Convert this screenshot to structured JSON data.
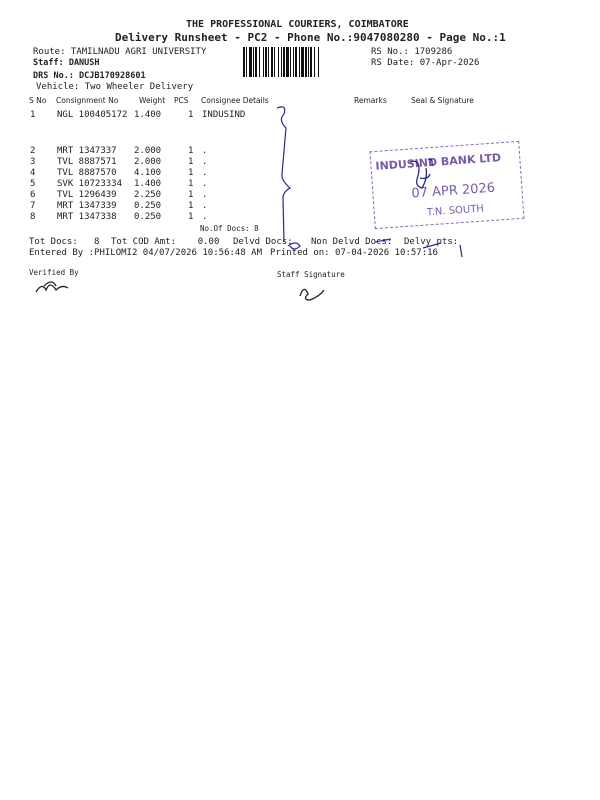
{
  "header": {
    "company": "THE PROFESSIONAL COURIERS, COIMBATORE",
    "subtitle": "Delivery Runsheet - PC2 - Phone No.:9047080280 - Page No.:1",
    "route": "Route: TAMILNADU AGRI UNIVERSITY",
    "staff": "Staff: DANUSH",
    "drs": "DRS No.: DCJB170928601",
    "vehicle": "Vehicle: Two Wheeler Delivery",
    "rs_no": "RS No.: 1709286",
    "rs_date": "RS Date: 07-Apr-2026"
  },
  "columns": [
    "S No",
    "Consignment No",
    "Weight",
    "PCS",
    "Consignee Details",
    "Remarks",
    "Seal & Signature"
  ],
  "rows": [
    {
      "sno": "1",
      "cn": "NGL 100405172",
      "wt": "1.400",
      "pcs": "1",
      "details": "INDUSIND"
    },
    {
      "sno": "2",
      "cn": "MRT 1347337",
      "wt": "2.000",
      "pcs": "1",
      "details": "."
    },
    {
      "sno": "3",
      "cn": "TVL 8887571",
      "wt": "2.000",
      "pcs": "1",
      "details": "."
    },
    {
      "sno": "4",
      "cn": "TVL 8887570",
      "wt": "4.100",
      "pcs": "1",
      "details": "."
    },
    {
      "sno": "5",
      "cn": "SVK 10723334",
      "wt": "1.400",
      "pcs": "1",
      "details": "."
    },
    {
      "sno": "6",
      "cn": "TVL 1296439",
      "wt": "2.250",
      "pcs": "1",
      "details": "."
    },
    {
      "sno": "7",
      "cn": "MRT 1347339",
      "wt": "0.250",
      "pcs": "1",
      "details": "."
    },
    {
      "sno": "8",
      "cn": "MRT 1347338",
      "wt": "0.250",
      "pcs": "1",
      "details": "."
    }
  ],
  "footer": {
    "no_of_docs": "No.Of Docs: 8",
    "tot_docs": "Tot Docs:   8",
    "tot_cod": "Tot COD Amt:    0.00",
    "delvd": "Delvd Docs:",
    "non_delvd": "Non Delvd Docs:",
    "delvy_pts": "Delvy pts:",
    "entered_by": "Entered By :PHILOMI2 04/07/2026 10:56:48 AM",
    "printed_on": "Printed on: 07-04-2026 10:57:16",
    "verified_by": "Verified By",
    "staff_signature": "Staff Signature"
  },
  "stamp": {
    "line1": "INDUSIND BANK LTD",
    "date": "07 APR 2026",
    "line3": "T.N. SOUTH",
    "color": "#7a5aa8"
  }
}
